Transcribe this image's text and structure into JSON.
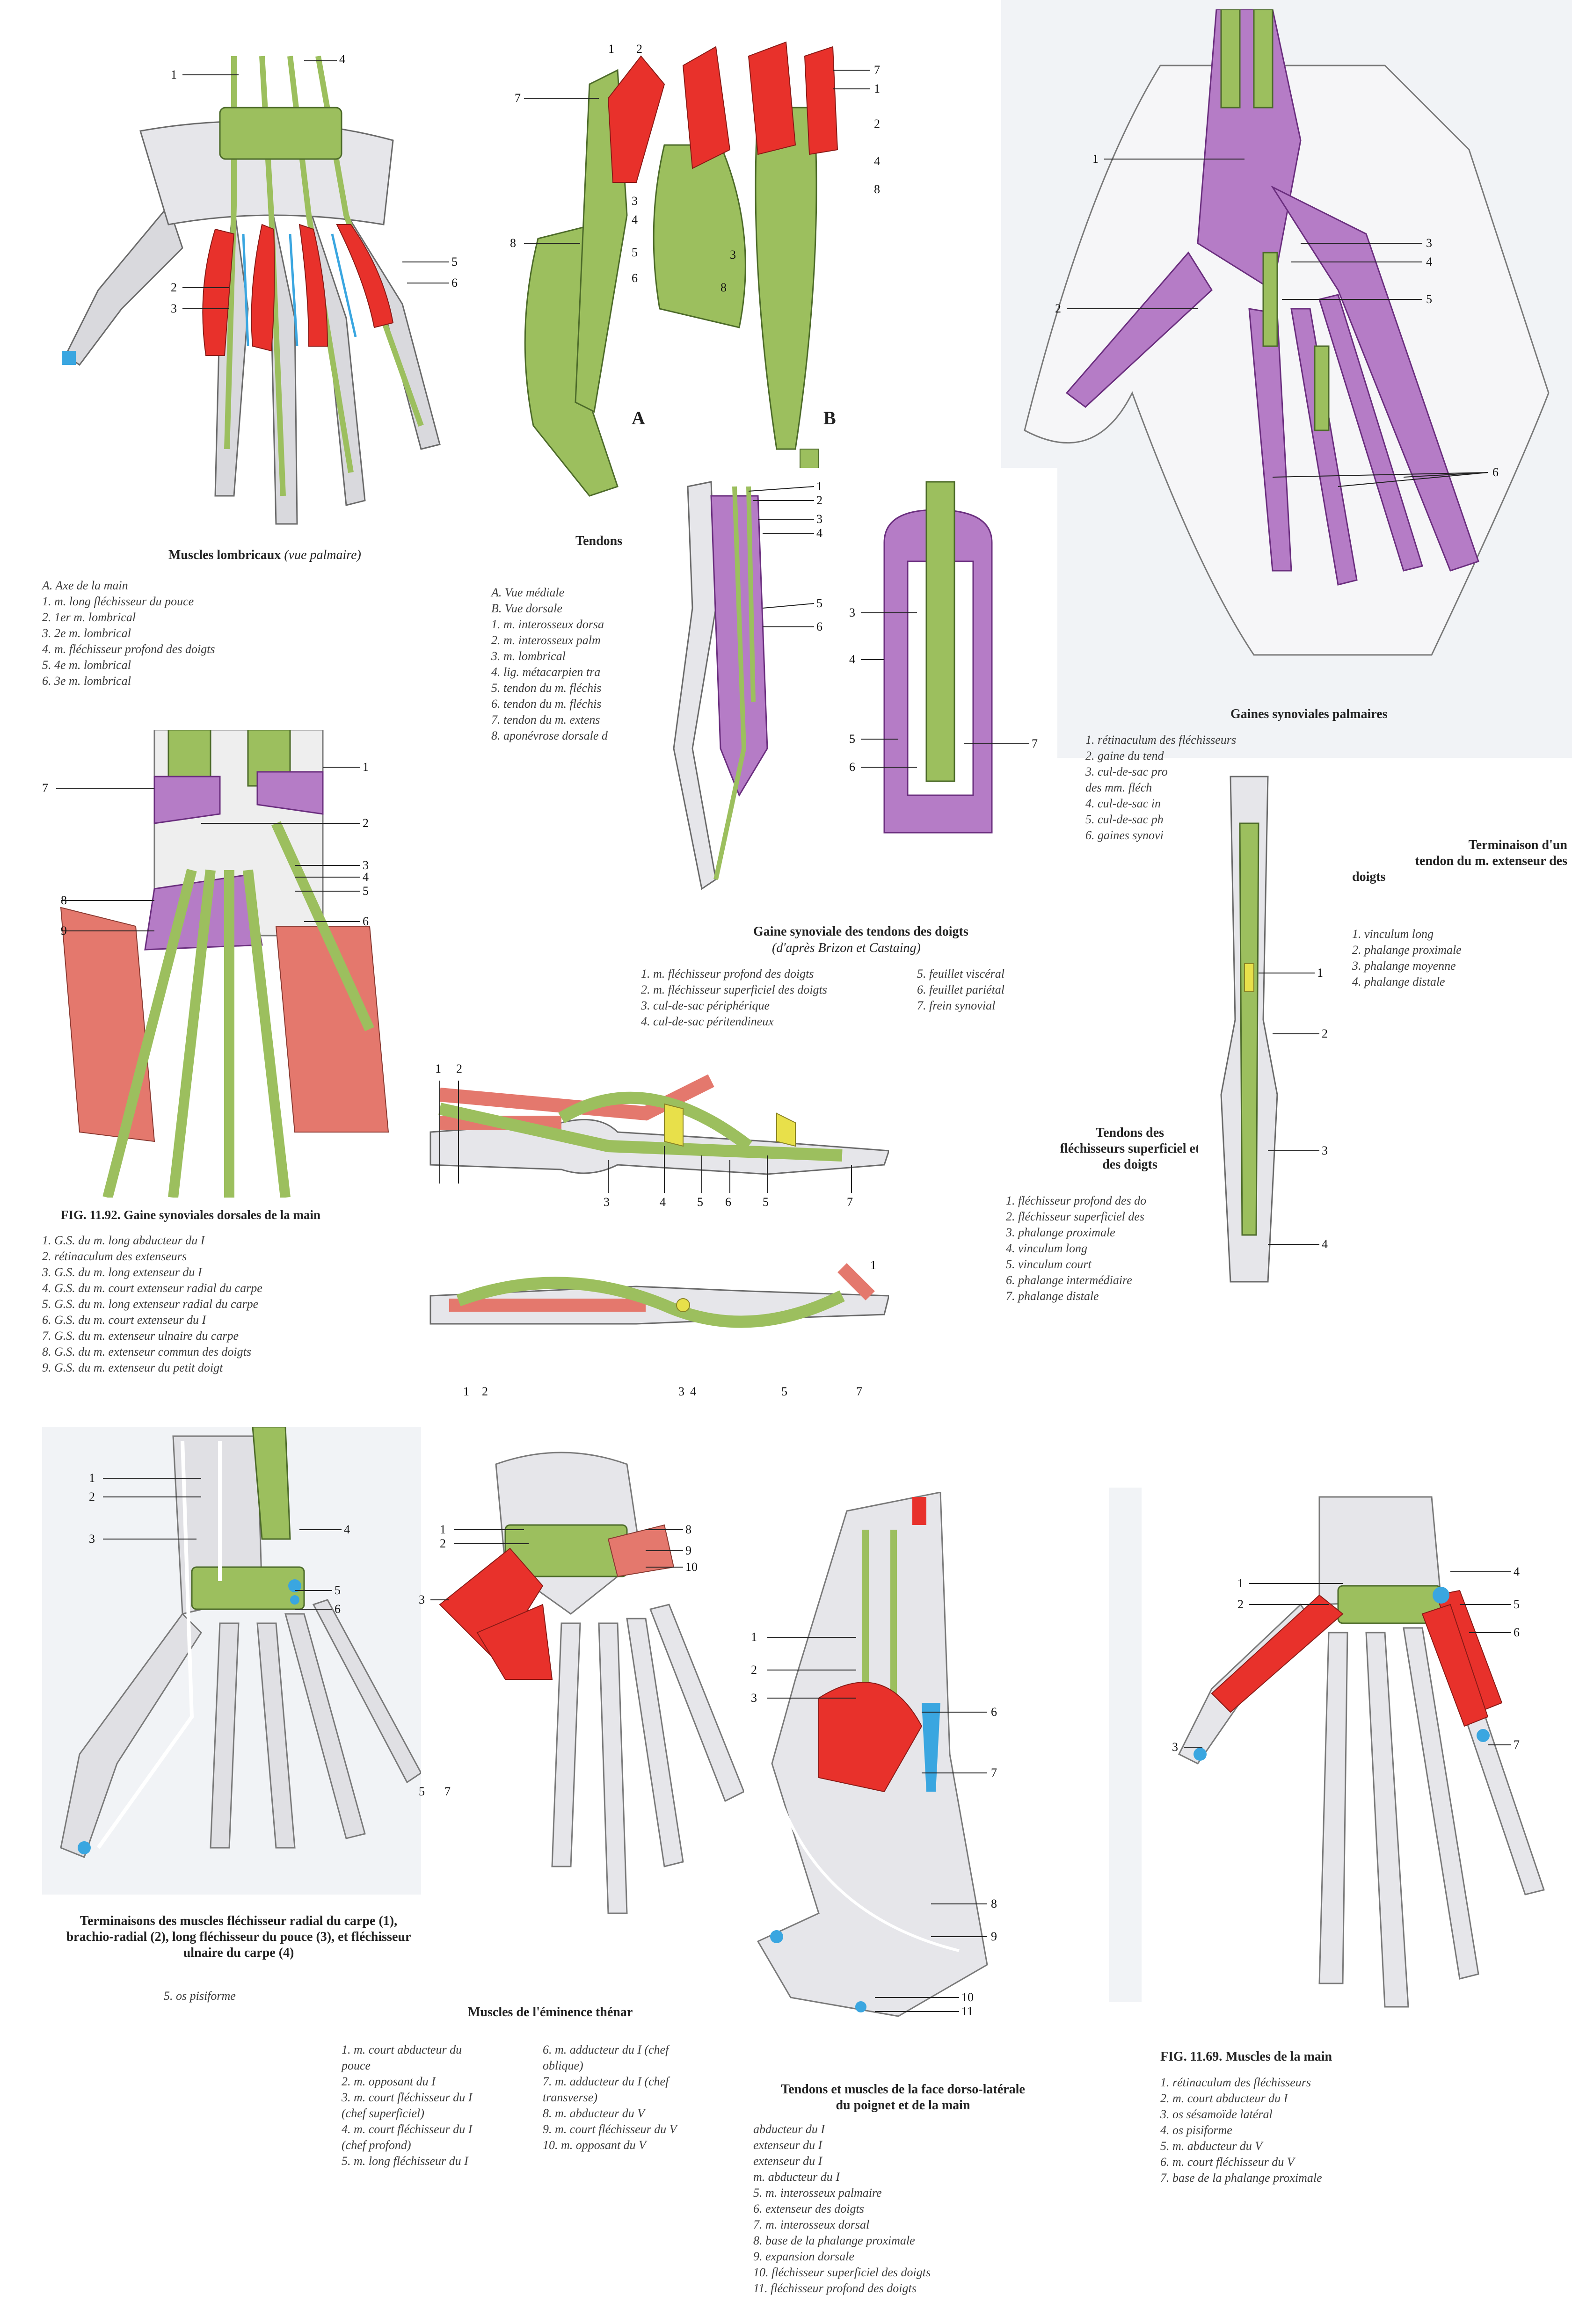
{
  "colors": {
    "tendon_green": "#9cbf5e",
    "muscle_red": "#e8312b",
    "muscle_salmon": "#e4786d",
    "sheath_purple": "#b57cc6",
    "ligament_yellow": "#e8e04a",
    "bone_gray": "#d9d9dd",
    "insertion_blue": "#3aa6e0"
  },
  "p1": {
    "caption_bold": "Muscles lombricaux",
    "caption_italic": "(vue palmaire)",
    "legend": [
      "A. Axe de la main",
      "1. m. long fléchisseur du pouce",
      "2. 1er m. lombrical",
      "3. 2e m. lombrical",
      "4. m. fléchisseur profond des doigts",
      "5. 4e m. lombrical",
      "6. 3e m. lombrical"
    ],
    "labels": [
      "1",
      "4",
      "2",
      "3",
      "5",
      "6"
    ]
  },
  "p2": {
    "caption": "Tendons",
    "legend": [
      "A. Vue médiale",
      "B. Vue dorsale",
      "1. m. interosseux dorsa",
      "2. m. interosseux palm",
      "3. m. lombrical",
      "4. lig. métacarpien tra",
      "5. tendon du m. fléchis",
      "6. tendon du m. fléchis",
      "7. tendon du m. extens",
      "8. aponévrose dorsale d"
    ],
    "view_a": "A",
    "view_b": "B",
    "labels": [
      "1",
      "2",
      "7",
      "3",
      "4",
      "8",
      "5",
      "6",
      "7",
      "1",
      "2",
      "4",
      "8",
      "3",
      "8"
    ]
  },
  "p3": {
    "caption": "Gaines synoviales palmaires",
    "legend": [
      "1. rétinaculum des fléchisseurs",
      "2. gaine du tend",
      "3. cul-de-sac pro",
      "des mm. fléch",
      "4. cul-de-sac in",
      "5. cul-de-sac ph",
      "6. gaines synovi"
    ],
    "labels": [
      "1",
      "3",
      "4",
      "5",
      "2",
      "6"
    ]
  },
  "p4": {
    "caption": "Gaine synoviale des tendons des doigts",
    "subcaption": "(d'après Brizon et Castaing)",
    "legend_left": [
      "1. m. fléchisseur profond des doigts",
      "2. m. fléchisseur superficiel des doigts",
      "3. cul-de-sac périphérique",
      "4. cul-de-sac péritendineux"
    ],
    "legend_right": [
      "5. feuillet viscéral",
      "6. feuillet pariétal",
      "7. frein synovial"
    ],
    "labels": [
      "1",
      "2",
      "3",
      "4",
      "5",
      "6",
      "3",
      "4",
      "5",
      "6",
      "7"
    ]
  },
  "p5": {
    "caption": "FIG. 11.92. Gaine synoviales dorsales de la main",
    "legend": [
      "1. G.S. du m. long abducteur du I",
      "2. rétinaculum des extenseurs",
      "3. G.S. du m. long extenseur du I",
      "4. G.S. du m. court extenseur radial du carpe",
      "5. G.S. du m. long extenseur radial du carpe",
      "6. G.S. du m. court extenseur du I",
      "7. G.S. du m. extenseur ulnaire du carpe",
      "8. G.S. du m. extenseur commun des doigts",
      "9. G.S. du m. extenseur du petit doigt"
    ],
    "labels": [
      "1",
      "7",
      "2",
      "3",
      "4",
      "5",
      "8",
      "9",
      "6"
    ]
  },
  "p6": {
    "caption_line1": "Tendons des",
    "caption_line2": "fléchisseurs superficiel et",
    "caption_line3": "des doigts",
    "legend": [
      "1. fléchisseur profond des do",
      "2. fléchisseur superficiel des",
      "3. phalange proximale",
      "4. vinculum long",
      "5. vinculum court",
      "6. phalange intermédiaire",
      "7. phalange distale"
    ],
    "labels_top": [
      "1",
      "2",
      "3",
      "4",
      "5",
      "6",
      "5",
      "7"
    ],
    "labels_bottom": [
      "1",
      "1",
      "2",
      "3",
      "4",
      "5",
      "7"
    ]
  },
  "p7": {
    "caption_line1": "Terminaison d'un",
    "caption_line2": "tendon du m. extenseur des",
    "caption_line3": "doigts",
    "legend": [
      "1. vinculum long",
      "2. phalange proximale",
      "3. phalange moyenne",
      "4. phalange distale"
    ],
    "labels": [
      "1",
      "2",
      "3",
      "4"
    ]
  },
  "p8": {
    "caption": "Terminaisons des muscles fléchisseur radial du carpe (1), brachio-radial (2), long fléchisseur du pouce (3), et fléchisseur ulnaire du carpe (4)",
    "note": "5. os pisiforme",
    "labels": [
      "1",
      "2",
      "3",
      "4",
      "5",
      "6"
    ]
  },
  "p9": {
    "caption": "Muscles de l'éminence thénar",
    "legend_left": [
      "1. m. court abducteur du",
      "pouce",
      "2. m. opposant du I",
      "3. m. court fléchisseur du I",
      "(chef superficiel)",
      "4. m. court fléchisseur du I",
      "(chef profond)",
      "5. m. long fléchisseur du I"
    ],
    "legend_right": [
      "6. m. adducteur du I (chef",
      "oblique)",
      "7. m. adducteur du I (chef",
      "transverse)",
      "8. m. abducteur du V",
      "9. m. court fléchisseur du V",
      "10. m. opposant du V"
    ],
    "labels": [
      "1",
      "2",
      "8",
      "9",
      "10",
      "3",
      "5",
      "7"
    ]
  },
  "p10": {
    "caption_line1": "Tendons et muscles de la face dorso-latérale",
    "caption_line2": "du poignet et de la main",
    "legend": [
      "abducteur du I",
      "extenseur du I",
      "extenseur du I",
      "m. abducteur du I",
      "5. m. interosseux palmaire",
      "6. extenseur des doigts",
      "7. m. interosseux dorsal",
      "8. base de la phalange proximale",
      "9. expansion dorsale",
      "10. fléchisseur superficiel des doigts",
      "11. fléchisseur profond des doigts"
    ],
    "labels": [
      "1",
      "2",
      "3",
      "6",
      "7",
      "8",
      "9",
      "10",
      "11"
    ]
  },
  "p11": {
    "caption": "FIG. 11.69. Muscles de la main",
    "legend": [
      "1. rétinaculum des fléchisseurs",
      "2. m. court abducteur du I",
      "3. os sésamoïde latéral",
      "4. os pisiforme",
      "5. m. abducteur du V",
      "6. m. court fléchisseur du V",
      "7. base de la phalange proximale"
    ],
    "labels": [
      "1",
      "2",
      "3",
      "4",
      "5",
      "6",
      "7"
    ]
  }
}
